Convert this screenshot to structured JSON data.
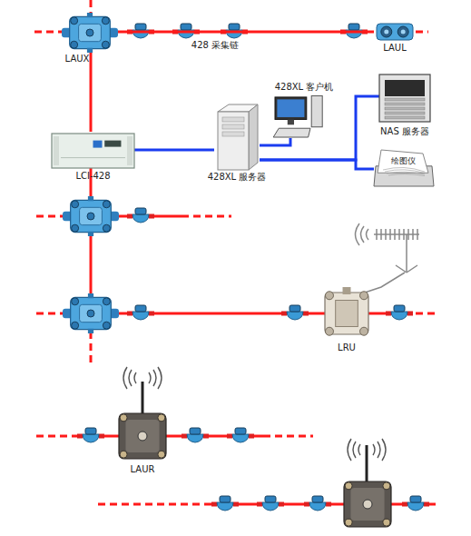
{
  "diagram": {
    "nodes": [
      {
        "text": [
          "LAUX"
        ]
      },
      {
        "text": [
          "LAUL"
        ]
      },
      {
        "text": [
          "428XL 客户机"
        ]
      },
      {
        "text": [
          "NAS 服务器"
        ]
      },
      {
        "text": [
          "LCI-428"
        ]
      },
      {
        "text": [
          "428XL 服务器"
        ]
      },
      {
        "text": [
          "绘图仪"
        ]
      },
      {
        "text": [
          "LRU"
        ]
      },
      {
        "text": [
          "LAUR"
        ]
      }
    ],
    "edges": [
      {
        "from": 0,
        "to": 1,
        "arrow": "none"
      },
      {
        "from": 0,
        "to": 4,
        "arrow": "none"
      },
      {
        "from": 4,
        "to": 5,
        "arrow": "none"
      },
      {
        "from": 5,
        "to": 2,
        "arrow": "none"
      },
      {
        "from": 5,
        "to": 3,
        "arrow": "none"
      },
      {
        "from": 5,
        "to": 6,
        "arrow": "none"
      }
    ],
    "labels": [
      "428 采集链"
    ]
  }
}
